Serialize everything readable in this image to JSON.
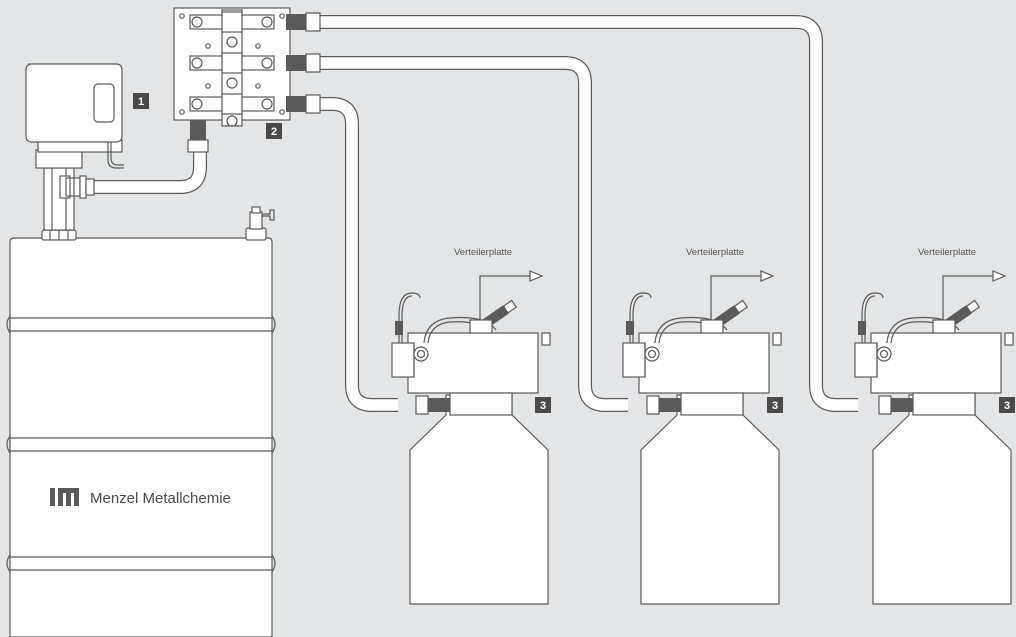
{
  "colors": {
    "background": "#e3e5e7",
    "line": "#5a5a5a",
    "fill": "#ffffff",
    "badge": "#4a4a4a"
  },
  "drum": {
    "brand": "Menzel Metallchemie",
    "logo_icon": "menzel-m-logo-icon"
  },
  "badges": {
    "pump": "1",
    "manifold": "2",
    "unit_1": "3",
    "unit_2": "3",
    "unit_3": "3"
  },
  "units": {
    "unit_1_label": "Verteilerplatte",
    "unit_2_label": "Verteilerplatte",
    "unit_3_label": "Verteilerplatte"
  }
}
